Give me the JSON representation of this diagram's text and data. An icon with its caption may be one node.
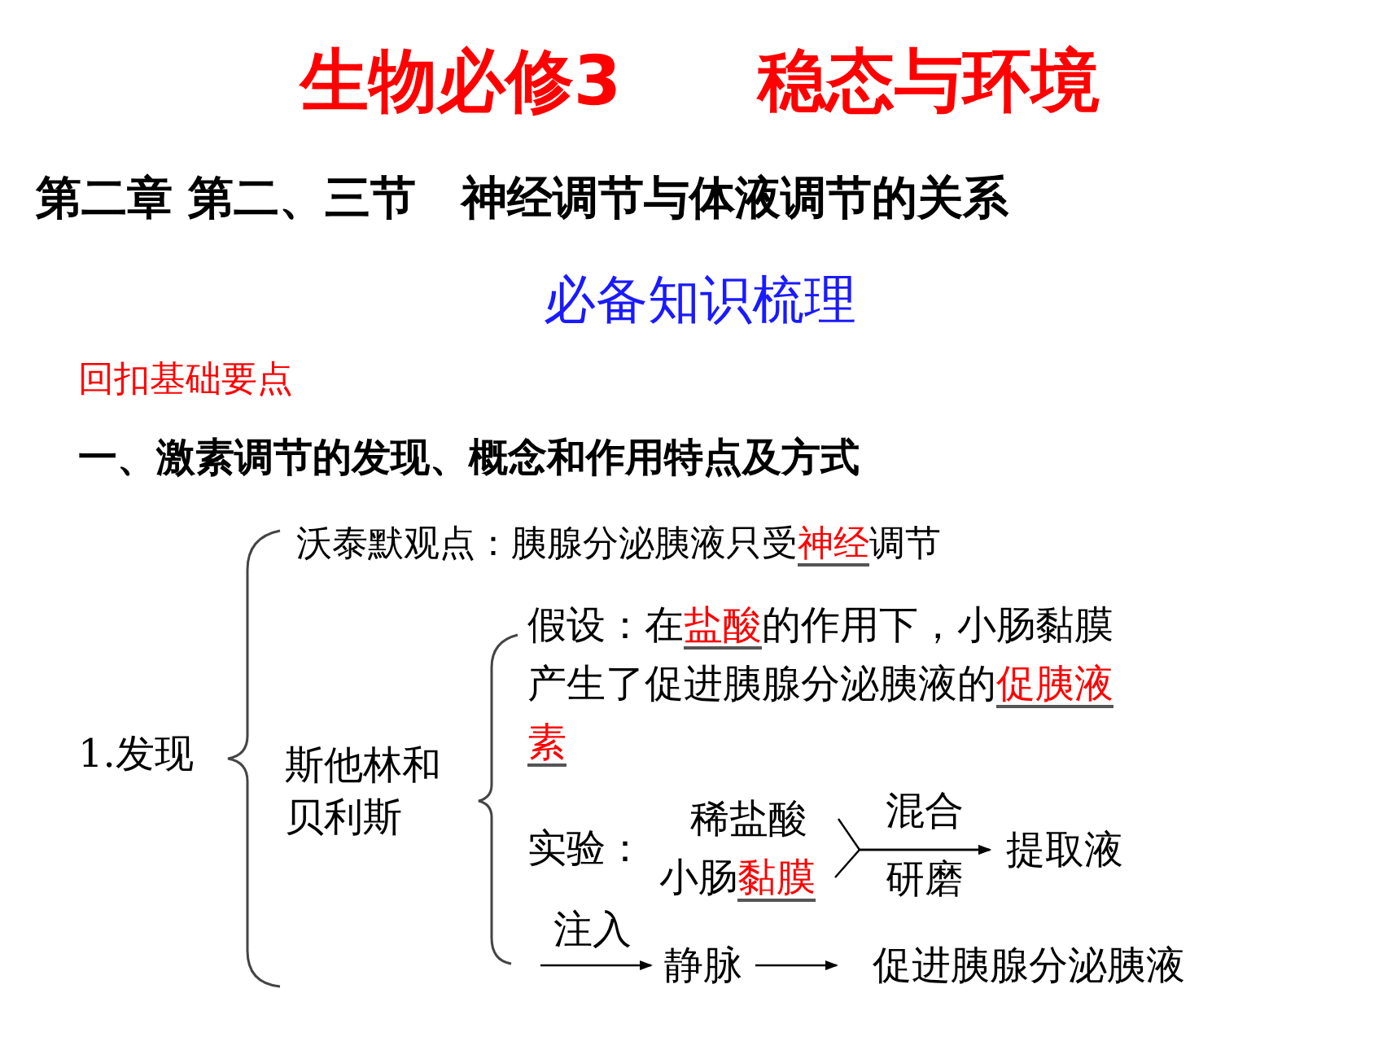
{
  "diagram": {
    "title": "生物必修3　　稳态与环境",
    "nodes": [
      {
        "text": [
          "稀盐酸"
        ]
      },
      {
        "text": [
          "小肠**黏膜**"
        ]
      },
      {
        "text": [
          "提取液"
        ]
      },
      {
        "text": [
          "静脉"
        ]
      },
      {
        "text": [
          "促进胰腺分泌胰液"
        ]
      }
    ],
    "edges": [
      {
        "from": 0,
        "to": 2,
        "arrow": "to",
        "label": "混合"
      },
      {
        "from": 1,
        "to": 2,
        "arrow": "to",
        "label": "研磨"
      },
      {
        "from": null,
        "to": 3,
        "arrow": "to",
        "label": "注入"
      },
      {
        "from": 3,
        "to": 4,
        "arrow": "to"
      }
    ],
    "labels": [
      "第二章  第二、三节　神经调节与体液调节的关系",
      "必备知识梳理",
      "回扣基础要点",
      "一、激素调节的发现、概念和作用特点及方式",
      "1.发现",
      "沃泰默观点：胰腺分泌胰液只受**神经**调节",
      "斯他林和贝利斯",
      "假设：在**盐酸**的作用下，小肠黏膜产生了促进胰腺分泌胰液的**促胰液素**",
      "实验："
    ]
  }
}
